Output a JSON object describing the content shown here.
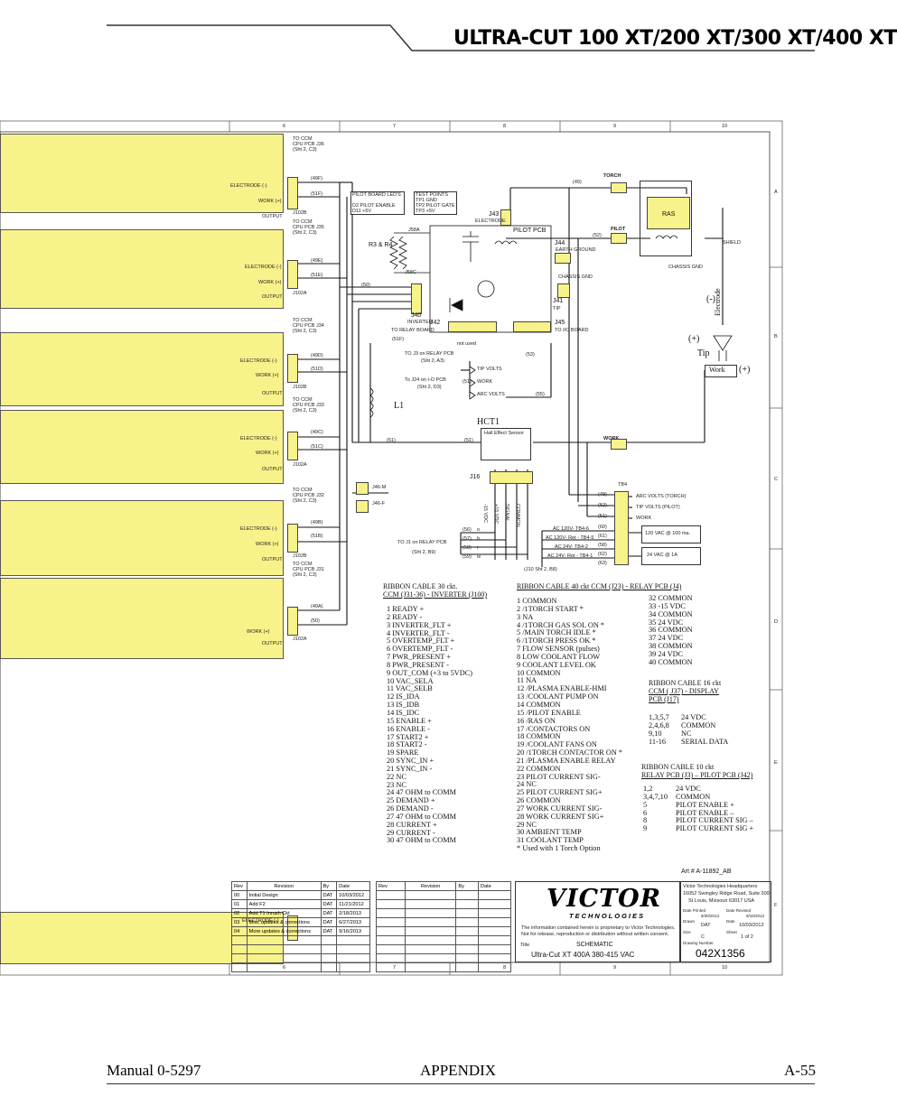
{
  "header": {
    "title": "ULTRA-CUT 100 XT/200 XT/300 XT/400 XT"
  },
  "footer": {
    "manual": "Manual 0-5297",
    "section": "APPENDIX",
    "page": "A-55"
  },
  "grid": {
    "columns": [
      "6",
      "7",
      "8",
      "9",
      "10"
    ],
    "rows": [
      "A",
      "B",
      "C",
      "D",
      "E",
      "F"
    ]
  },
  "inverters": [
    {
      "to": "TO  CCM",
      "cpu": "CPU PCB J36",
      "sht": "(Sht 2, C3)",
      "wire_e": "(49F)",
      "wire_w": "(51F)",
      "jack": "J102B",
      "electrode": "ELECTRODE (-)",
      "work": "WORK (+)",
      "output": "OUTPUT"
    },
    {
      "to": "TO  CCM",
      "cpu": "CPU PCB J35",
      "sht": "(Sht 2, C3)",
      "wire_e": "(49E)",
      "wire_w": "(51E)",
      "jack": "J102A",
      "electrode": "ELECTRODE (-)",
      "work": "WORK (+)",
      "output": "OUTPUT"
    },
    {
      "to": "TO  CCM",
      "cpu": "CPU PCB J34",
      "sht": "(Sht 2, C3)",
      "wire_e": "(49D)",
      "wire_w": "(51D)",
      "jack": "J102B",
      "electrode": "ELECTRODE (-)",
      "work": "WORK (+)",
      "output": "OUTPUT"
    },
    {
      "to": "TO  CCM",
      "cpu": "CPU PCB J33",
      "sht": "(Sht 2, C3)",
      "wire_e": "(49C)",
      "wire_w": "(51C)",
      "jack": "J102A",
      "electrode": "ELECTRODE (-)",
      "work": "WORK (+)",
      "output": "OUTPUT"
    },
    {
      "to": "TO  CCM",
      "cpu": "CPU PCB J32",
      "sht": "(Sht 2, C3)",
      "wire_e": "(49B)",
      "wire_w": "(51B)",
      "jack": "J102B",
      "electrode": "ELECTRODE (-)",
      "work": "WORK (+)",
      "output": "OUTPUT"
    },
    {
      "to": "TO  CCM",
      "cpu": "CPU PCB J31",
      "sht": "(Sht 2, C3)",
      "wire_e": "(49A)",
      "wire_w": "(50)",
      "jack": "J102A",
      "electrode": "ELECTRODE (-)",
      "work": "WORK (+)",
      "output": "OUTPUT"
    }
  ],
  "leds": {
    "pilot_board": "PILOT BOARD LED'S",
    "d2": "D2  PILOT ENABLE",
    "d11": "D11  +5V",
    "tp_title": "TEST POINTS",
    "tp1": "TP1  GND",
    "tp2": "TP2  PILOT GATE",
    "tp3": "TP3  +5V"
  },
  "pilot": {
    "title": "PILOT PCB",
    "j43": "J43",
    "electrode": "ELECTRODE",
    "j58a": "J58A",
    "j58c": "J58C",
    "r": "R3 & R4",
    "j44": "J44",
    "earth": "EARTH GROUND",
    "chassis": "CHASSIS GND",
    "j41": "J41",
    "tip": "TIP",
    "j40": "J40",
    "inverter": "INVERTER",
    "j42": "J42",
    "to_relay": "TO RELAY BOARD",
    "j45": "J45",
    "to_io": "TO I/O BOARD",
    "unused": "not used",
    "w49": "(49)",
    "w50": "(50)",
    "w51f": "(51F)",
    "w52": "(52)",
    "w53": "(53)",
    "w51": "(51)",
    "w55": "(55)"
  },
  "torch": {
    "torch": "TORCH",
    "pilot": "PILOT",
    "ras": "RAS",
    "shield": "SHIELD",
    "chassis_gnd": "CHASSIS GND",
    "minus": "(-)",
    "plus": "(+)",
    "electrode": "Electrode",
    "tip": "Tip",
    "work_box": "Work",
    "work_plus": "(+)",
    "work_label": "WORK"
  },
  "relay": {
    "to_j3": "TO J3 on RELAY PCB",
    "sht_a3": "(Sht 2, A3)",
    "to_j24": "To J24 on I-O PCB",
    "sht_d3": "(Sht 2, D3)",
    "tip_volts": "TIP VOLTS",
    "work": "WORK",
    "arc_volts": "ARC VOLTS",
    "l1": "L1"
  },
  "hct": {
    "title": "HCT1",
    "sensor": "Hall Effect Sensor",
    "j16": "J16",
    "pins": [
      "-15 VDC",
      "+15 VDC",
      "SIGNAL",
      "COMMON"
    ],
    "w56": "(56)",
    "w57": "(57)",
    "w58": "(58)",
    "w59": "(59)",
    "o": "o",
    "b": "b",
    "r": "r",
    "w": "w",
    "to_j1": "TO J1 on RELAY PCB",
    "sht_b9": "(Sht 2, B9)",
    "j10": "(J10  Sht 2, B8)"
  },
  "j46": {
    "m": "J46-M",
    "f": "J46-F"
  },
  "tb4": {
    "title": "TB4",
    "wires": [
      "(49)",
      "(52)",
      "(51)",
      "(60)",
      "(61)",
      "(58)",
      "(62)",
      "(63)"
    ],
    "arc": "ARC VOLTS (TORCH)",
    "tip": "TIP VOLTS (PILOT)",
    "work": "WORK",
    "vac120": "120 VAC @ 100 ma.",
    "vac24": "24 VAC @ 1A",
    "ac1": "AC 120V-  TB4-6",
    "ac2": "AC 120V-  Ret - TB4-5",
    "ac3": "AC 24V- TB4-2",
    "ac4": "AC 24V- Ret - TB4-1"
  },
  "ribbon30": {
    "title1": "RIBBON CABLE  30 ckt.",
    "title2": "CCM (J31-36) - INVERTER  (J100)",
    "items": [
      "1    READY +",
      "2    READY -",
      "3    INVERTER_FLT +",
      "4    INVERTER_FLT -",
      "5    OVERTEMP_FLT +",
      "6    OVERTEMP_FLT -",
      "7    PWR_PRESENT +",
      "8    PWR_PRESENT -",
      "9    OUT_COM (+3 to 5VDC)",
      "10   VAC_SELA",
      "11    VAC_SELB",
      "12   IS_IDA",
      "13   IS_IDB",
      "14   IS_IDC",
      "15   ENABLE +",
      "16   ENABLE -",
      "17   START2 +",
      "18   START2 -",
      "19   SPARE",
      "20   SYNC_IN +",
      "21   SYNC_IN -",
      "22   NC",
      "23   NC",
      "24   47 OHM to COMM",
      "25   DEMAND +",
      "26   DEMAND -",
      "27   47 OHM to COMM",
      "28   CURRENT +",
      "29   CURRENT -",
      "30   47 OHM to COMM"
    ]
  },
  "ribbon40": {
    "title": "RIBBON CABLE 40 ckt  CCM (J23) - RELAY PCB (J4)",
    "items": [
      "1    COMMON",
      "2    /1TORCH START *",
      "3    NA",
      "4    /1TORCH GAS SOL ON *",
      "5    /MAIN TORCH IDLE *",
      "6    /1TORCH PRESS OK *",
      "7    FLOW SENSOR (pulses)",
      "8    LOW COOLANT FLOW",
      "9    COOLANT LEVEL OK",
      "10   COMMON",
      "11   NA",
      "12   /PLASMA ENABLE-HMI",
      "13   /COOLANT PUMP ON",
      "14   COMMON",
      "15   /PILOT ENABLE",
      "16   /RAS ON",
      "17   /CONTACTORS ON",
      "18   COMMON",
      "19   /COOLANT FANS ON",
      "20   /1TORCH CONTACTOR ON *",
      "21   /PLASMA ENABLE RELAY",
      "22   COMMON",
      "23   PILOT CURRENT SIG-",
      "24   NC",
      "25   PILOT CURRENT SIG+",
      "26   COMMON",
      "27   WORK CURRENT SIG-",
      "28   WORK CURRENT SIG+",
      "29   NC",
      "30   AMBIENT TEMP",
      "31   COOLANT TEMP",
      "*  Used with 1 Torch Option"
    ],
    "items2": [
      "32   COMMON",
      "33   -15 VDC",
      "34   COMMON",
      "35   24 VDC",
      "36   COMMON",
      "37   24 VDC",
      "38   COMMON",
      "39   24 VDC",
      "40   COMMON"
    ]
  },
  "ribbon16": {
    "title1": "RIBBON CABLE 16 ckt",
    "title2": "CCM ( J37) - DISPLAY",
    "title3": "PCB (J17)",
    "rows": [
      [
        "1,3,5,7",
        "24 VDC"
      ],
      [
        "2,4,6,8",
        "COMMON"
      ],
      [
        "9,10",
        "NC"
      ],
      [
        "11-16",
        "SERIAL DATA"
      ]
    ]
  },
  "ribbon10": {
    "title1": "RIBBON CABLE 10 ckt",
    "title2": "RELAY PCB (J3) – PILOT PCB (J42)",
    "rows": [
      [
        "1,2",
        "24 VDC"
      ],
      [
        "3,4,7,10",
        "COMMON"
      ],
      [
        "5",
        "PILOT ENABLE +"
      ],
      [
        "6",
        "PILOT ENABLE –"
      ],
      [
        "8",
        "PILOT CURRENT SIG –"
      ],
      [
        "9",
        "PILOT CURRENT SIG +"
      ]
    ]
  },
  "titleblock": {
    "art": "Art # A-11892_AB",
    "rev_headers": [
      "Rev",
      "Revision",
      "By",
      "Date"
    ],
    "revisions": [
      [
        "00",
        "Initial Design",
        "DAT",
        "10/03/2012"
      ],
      [
        "01",
        "Add F2",
        "DAT",
        "11/21/2012"
      ],
      [
        "02",
        "Add T1 Inrush Ckt",
        "DAT",
        "2/18/2013"
      ],
      [
        "03",
        "Misc updates & corrections",
        "DAT",
        "6/27/2013"
      ],
      [
        "04",
        "More updates & corrections",
        "DAT",
        "9/16/2013"
      ]
    ],
    "hq": "Victor Technologies Headquarters",
    "addr1": "16052 Swingley Ridge Road, Suite 300",
    "addr2": "St Louis, Missouri 63017 USA",
    "logo": "VICTOR",
    "logo_sub": "TECHNOLOGIES",
    "proprietary1": "The information contained herein is proprietary to Victor Technologies.",
    "proprietary2": "Not for release, reproduction or distribution without written consent.",
    "title_lbl": "Title",
    "schematic": "SCHEMATIC",
    "product": "Ultra-Cut  XT  400A  380-415 VAC",
    "date_printed_lbl": "Date Printed",
    "date_printed": "9/30/2013",
    "date_revised_lbl": "Date Revised",
    "date_revised": "9/16/2013",
    "drawn_lbl": "Drawn",
    "drawn": "DAT",
    "date_lbl": "Date",
    "date": "10/03/2012",
    "size_lbl": "Size",
    "size": "C",
    "sheet_lbl": "Sheet",
    "sheet": "1    of    2",
    "drawing_lbl": "Drawing Number",
    "drawing": "042X1356"
  }
}
